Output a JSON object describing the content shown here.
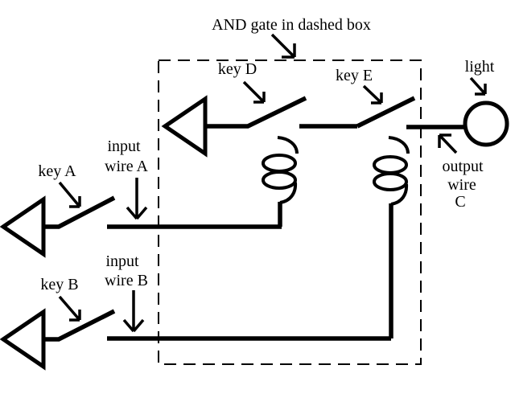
{
  "diagram": {
    "title": "AND gate in dashed box",
    "colors": {
      "ink": "#000000",
      "background": "#ffffff"
    },
    "labels": {
      "key_a": "key A",
      "key_b": "key B",
      "key_d": "key D",
      "key_e": "key E",
      "light": "light",
      "input_wire_a": {
        "line1": "input",
        "line2": "wire A"
      },
      "input_wire_b": {
        "line1": "input",
        "line2": "wire B"
      },
      "output_wire_c": {
        "line1": "output",
        "line2": "wire",
        "line3": "C"
      }
    }
  }
}
